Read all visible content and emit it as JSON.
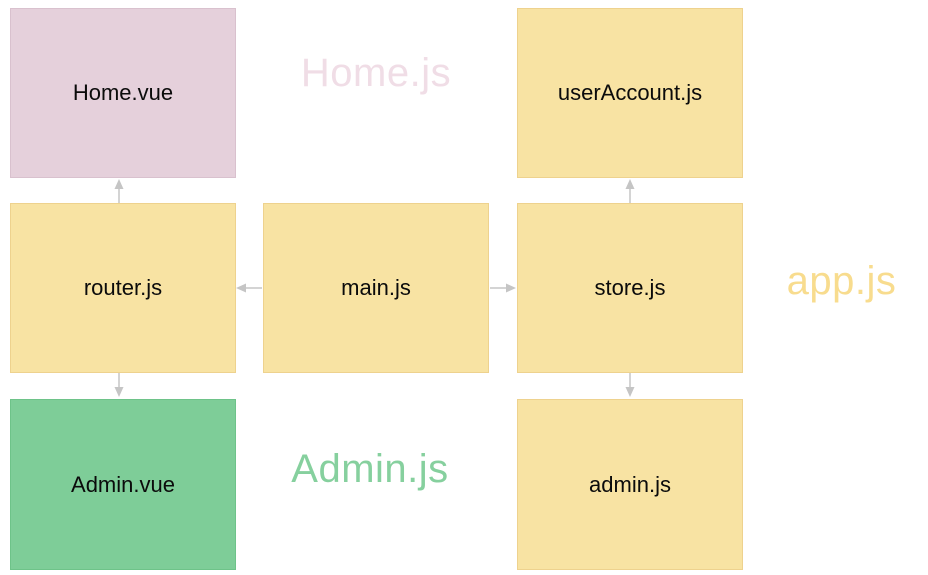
{
  "diagram": {
    "description": "Module dependency diagram with code-split chunk labels",
    "nodes": [
      {
        "id": "home-vue",
        "label": "Home.vue",
        "color": "#e5d0db"
      },
      {
        "id": "user-account-js",
        "label": "userAccount.js",
        "color": "#f8e3a3"
      },
      {
        "id": "router-js",
        "label": "router.js",
        "color": "#f8e3a3"
      },
      {
        "id": "main-js",
        "label": "main.js",
        "color": "#f8e3a3"
      },
      {
        "id": "store-js",
        "label": "store.js",
        "color": "#f8e3a3"
      },
      {
        "id": "admin-vue",
        "label": "Admin.vue",
        "color": "#7ecd98"
      },
      {
        "id": "admin-js",
        "label": "admin.js",
        "color": "#f8e3a3"
      }
    ],
    "chunk_labels": [
      {
        "id": "home-js-chunk",
        "label": "Home.js",
        "color": "#f0dde6"
      },
      {
        "id": "app-js-chunk",
        "label": "app.js",
        "color": "#f8dc8e"
      },
      {
        "id": "admin-js-chunk",
        "label": "Admin.js",
        "color": "#86d09e"
      }
    ],
    "edges": [
      {
        "from": "main.js",
        "to": "router.js"
      },
      {
        "from": "main.js",
        "to": "store.js"
      },
      {
        "from": "router.js",
        "to": "Home.vue"
      },
      {
        "from": "router.js",
        "to": "Admin.vue"
      },
      {
        "from": "store.js",
        "to": "userAccount.js"
      },
      {
        "from": "store.js",
        "to": "admin.js"
      }
    ],
    "arrow_color": "#c5c5c5",
    "background_color": "#ffffff",
    "text_color": "#0b0b0b"
  }
}
